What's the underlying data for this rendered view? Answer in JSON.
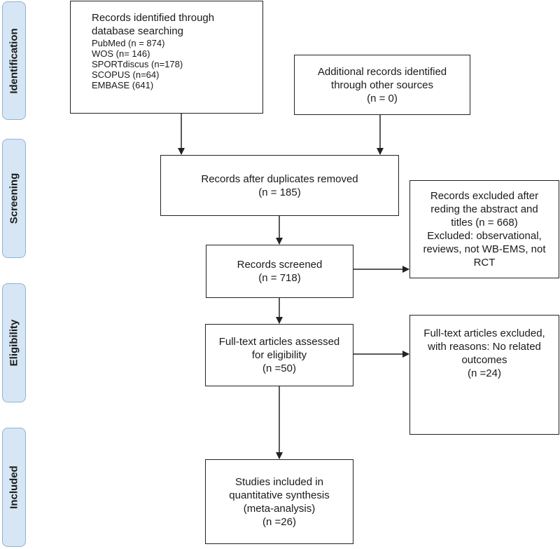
{
  "phases": {
    "identification": "Identification",
    "screening": "Screening",
    "eligibility": "Eligibility",
    "included": "Included"
  },
  "boxes": {
    "database_search": {
      "title_line1": "Records identified through",
      "title_line2": "database searching",
      "sources": [
        "PubMed (n = 874)",
        "WOS (n= 146)",
        "SPORTdiscus (n=178)",
        "SCOPUS (n=64)",
        "EMBASE (641)"
      ]
    },
    "other_sources": {
      "line1": "Additional records identified",
      "line2": "through other sources",
      "line3": "(n = 0)"
    },
    "duplicates_removed": {
      "line1": "Records after duplicates removed",
      "line2": "(n = 185)"
    },
    "excluded_abstract": {
      "line1": "Records excluded after",
      "line2": "reding the abstract and",
      "line3": "titles (n = 668)",
      "line4": "Excluded: observational,",
      "line5": "reviews, not WB-EMS, not",
      "line6": "RCT"
    },
    "screened": {
      "line1": "Records screened",
      "line2": "(n = 718)"
    },
    "full_text_assessed": {
      "line1": "Full-text articles assessed",
      "line2": "for eligibility",
      "line3": "(n =50)"
    },
    "full_text_excluded": {
      "line1": "Full-text articles excluded,",
      "line2": "with reasons: No related",
      "line3": "outcomes",
      "line4": "(n =24)"
    },
    "included_studies": {
      "line1": "Studies included in",
      "line2": "quantitative synthesis",
      "line3": "(meta-analysis)",
      "line4": "(n =26)"
    }
  }
}
